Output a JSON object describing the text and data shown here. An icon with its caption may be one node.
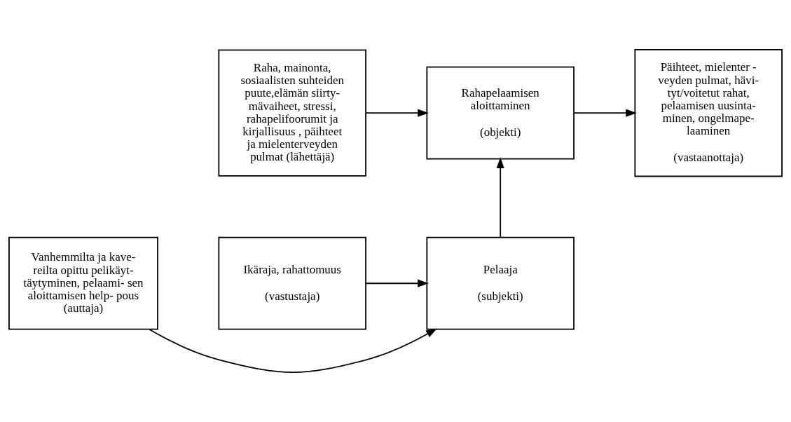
{
  "diagram": {
    "nodes": [
      {
        "text": [
          "Raha, mainonta, sosiaalisten suhteiden puute,elämän siirty- mävaiheet, stressi, rahapelifoorumit ja kirjallisuus , päihteet ja mielenterveyden pulmat (lähettäjä)"
        ]
      },
      {
        "text": [
          "Rahapelaamisen aloittaminen",
          "(objekti)"
        ]
      },
      {
        "text": [
          "Päihteet, mielenter - veyden pulmat, hävi- tyt/voitetut rahat, pelaamisen uusinta- minen, ongelmape- laaminen",
          "(vastaanottaja)"
        ]
      },
      {
        "text": [
          "Vanhemmilta ja kave- reilta opittu pelikäyt- täytyminen, pelaami- sen aloittamisen help- pous (auttaja)"
        ]
      },
      {
        "text": [
          "Pelaaja",
          "(subjekti)"
        ]
      },
      {
        "text": [
          "Ikäraja, rahattomuus",
          "(vastustaja)"
        ]
      }
    ],
    "edges": [
      {
        "from": 0,
        "to": 1,
        "arrow": "to"
      },
      {
        "from": 1,
        "to": 2,
        "arrow": "to"
      },
      {
        "from": 4,
        "to": 1,
        "arrow": "to"
      },
      {
        "from": 3,
        "to": 4,
        "arrow": "to"
      },
      {
        "from": 5,
        "to": 4,
        "arrow": "to"
      }
    ]
  }
}
